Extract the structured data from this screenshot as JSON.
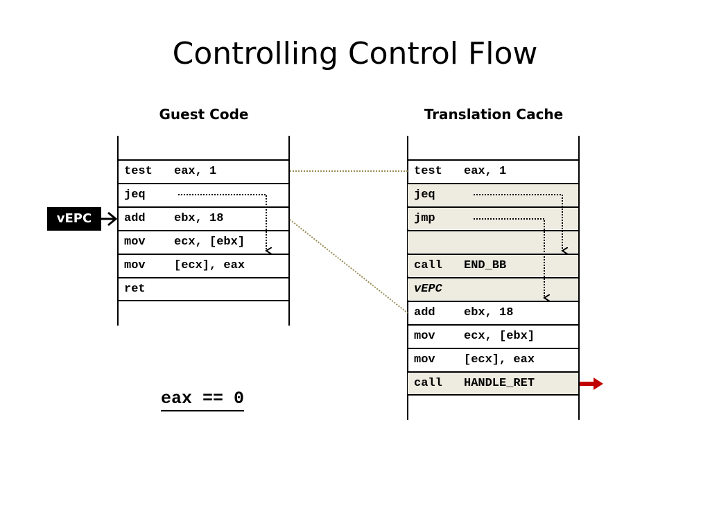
{
  "title": "Controlling Control Flow",
  "guest_code": {
    "heading": "Guest Code",
    "rows": [
      {
        "op": "test",
        "args": "eax, 1",
        "shaded": false,
        "italic": false
      },
      {
        "op": "jeq",
        "args": "",
        "shaded": false,
        "italic": false
      },
      {
        "op": "add",
        "args": "ebx, 18",
        "shaded": false,
        "italic": false
      },
      {
        "op": "mov",
        "args": "ecx, [ebx]",
        "shaded": false,
        "italic": false
      },
      {
        "op": "mov",
        "args": "[ecx], eax",
        "shaded": false,
        "italic": false
      },
      {
        "op": "ret",
        "args": "",
        "shaded": false,
        "italic": false
      }
    ]
  },
  "translation_cache": {
    "heading": "Translation Cache",
    "rows": [
      {
        "op": "test",
        "args": "eax, 1",
        "shaded": false,
        "italic": false
      },
      {
        "op": "jeq",
        "args": "",
        "shaded": true,
        "italic": false
      },
      {
        "op": "jmp",
        "args": "",
        "shaded": true,
        "italic": false
      },
      {
        "op": "",
        "args": "",
        "shaded": true,
        "italic": false
      },
      {
        "op": "call",
        "args": "END_BB",
        "shaded": true,
        "italic": false
      },
      {
        "op": "vEPC",
        "args": "",
        "shaded": true,
        "italic": true
      },
      {
        "op": "add",
        "args": "ebx, 18",
        "shaded": false,
        "italic": false
      },
      {
        "op": "mov",
        "args": "ecx, [ebx]",
        "shaded": false,
        "italic": false
      },
      {
        "op": "mov",
        "args": "[ecx], eax",
        "shaded": false,
        "italic": false
      },
      {
        "op": "call",
        "args": "HANDLE_RET",
        "shaded": true,
        "italic": false
      }
    ]
  },
  "vepc_label": "vEPC",
  "condition": "eax == 0",
  "colors": {
    "shaded_row": "#eeece1",
    "mapping_line": "#948a54",
    "return_arrow": "#c00000"
  }
}
